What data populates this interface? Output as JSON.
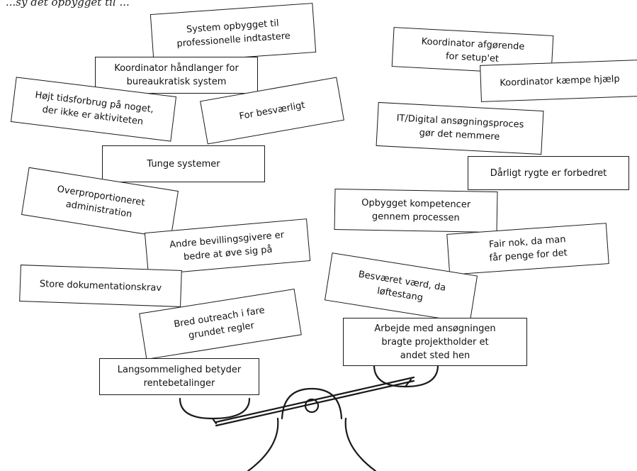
{
  "caption": "...sy det opbygget til ...",
  "balance": {
    "left_cards": [
      "System opbygget til\nprofessionelle indtastere",
      "Koordinator håndlanger for\nbureaukratisk system",
      "Højt tidsforbrug på noget,\nder ikke er aktiviteten",
      "For besværligt",
      "Tunge systemer",
      "Overproportioneret\nadministration",
      "Andre bevillingsgivere er\nbedre at øve sig på",
      "Store dokumentationskrav",
      "Bred outreach i fare\ngrundet regler",
      "Langsommelighed betyder\nrentebetalinger"
    ],
    "right_cards": [
      "Koordinator afgørende\nfor setup'et",
      "Koordinator kæmpe hjælp",
      "IT/Digital ansøgningsproces\ngør det nemmere",
      "Dårligt rygte er forbedret",
      "Opbygget kompetencer\ngennem processen",
      "Fair nok, da man\nfår penge for det",
      "Besværet værd, da\nløftestang",
      "Arbejde med ansøgningen\nbragte projektholder et\nandet sted hen"
    ]
  }
}
